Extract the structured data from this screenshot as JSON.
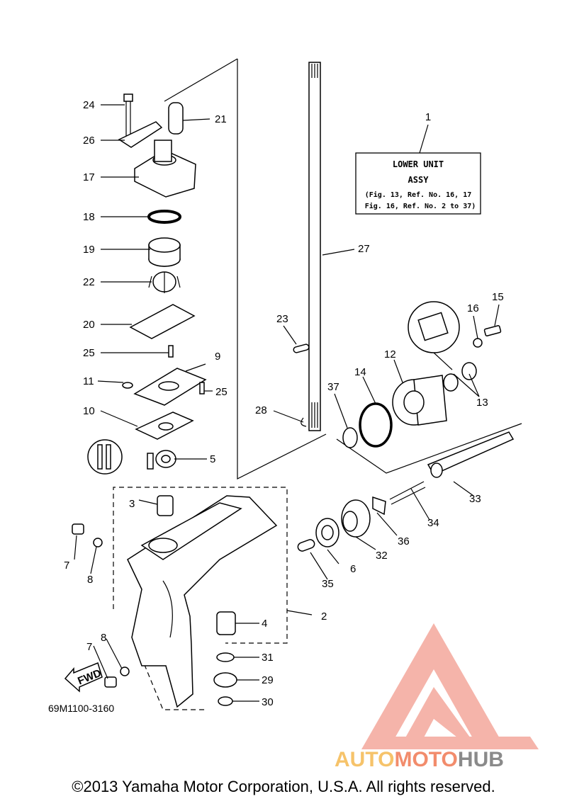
{
  "diagram": {
    "kit_box": {
      "title": "LOWER UNIT",
      "subtitle": "ASSY",
      "line1": "(Fig. 13, Ref. No. 16, 17",
      "line2": "Fig. 16, Ref. No. 2 to 37)"
    },
    "part_code": "69M1100-3160",
    "fwd_label": "FWD",
    "callouts": {
      "c1": "1",
      "c2": "2",
      "c3": "3",
      "c4": "4",
      "c5": "5",
      "c6": "6",
      "c7a": "7",
      "c7b": "7",
      "c8a": "8",
      "c8b": "8",
      "c9": "9",
      "c10": "10",
      "c11": "11",
      "c12": "12",
      "c13": "13",
      "c14": "14",
      "c15": "15",
      "c16": "16",
      "c17": "17",
      "c18": "18",
      "c19": "19",
      "c20": "20",
      "c21": "21",
      "c22": "22",
      "c23": "23",
      "c24": "24",
      "c25a": "25",
      "c25b": "25",
      "c26": "26",
      "c27": "27",
      "c28": "28",
      "c29": "29",
      "c30": "30",
      "c31": "31",
      "c32": "32",
      "c33": "33",
      "c34": "34",
      "c35": "35",
      "c36": "36",
      "c37": "37"
    }
  },
  "watermark": {
    "part1": "AUTO",
    "part2": "MOTO",
    "part3": "HUB",
    "colors": {
      "auto": "#f6c36a",
      "moto": "#f28c6c",
      "hub": "#8a8a8a",
      "logo": "#f29b8e"
    }
  },
  "footer": {
    "copyright": "©2013 Yamaha Motor Corporation, U.S.A. All rights reserved."
  }
}
